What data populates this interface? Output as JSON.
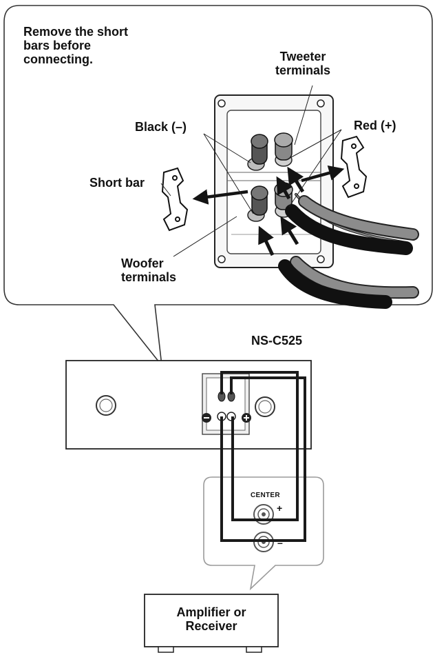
{
  "callout": {
    "instruction": [
      "Remove the short",
      "bars before",
      "connecting."
    ],
    "tweeter_label": [
      "Tweeter",
      "terminals"
    ],
    "black_label": "Black (–)",
    "red_label": "Red (+)",
    "short_bar_label": "Short bar",
    "woofer_label": [
      "Woofer",
      "terminals"
    ]
  },
  "speaker": {
    "model": "NS-C525"
  },
  "amplifier_panel": {
    "terminal_name": "CENTER",
    "plus": "+",
    "minus": "–"
  },
  "amplifier": {
    "label": [
      "Amplifier or",
      "Receiver"
    ]
  },
  "colors": {
    "line": "#1a1a1a",
    "outline": "#333333",
    "panel_gray": "#9a9a9a",
    "wire_gray": "#8c8c8c",
    "arrow": "#141414"
  }
}
